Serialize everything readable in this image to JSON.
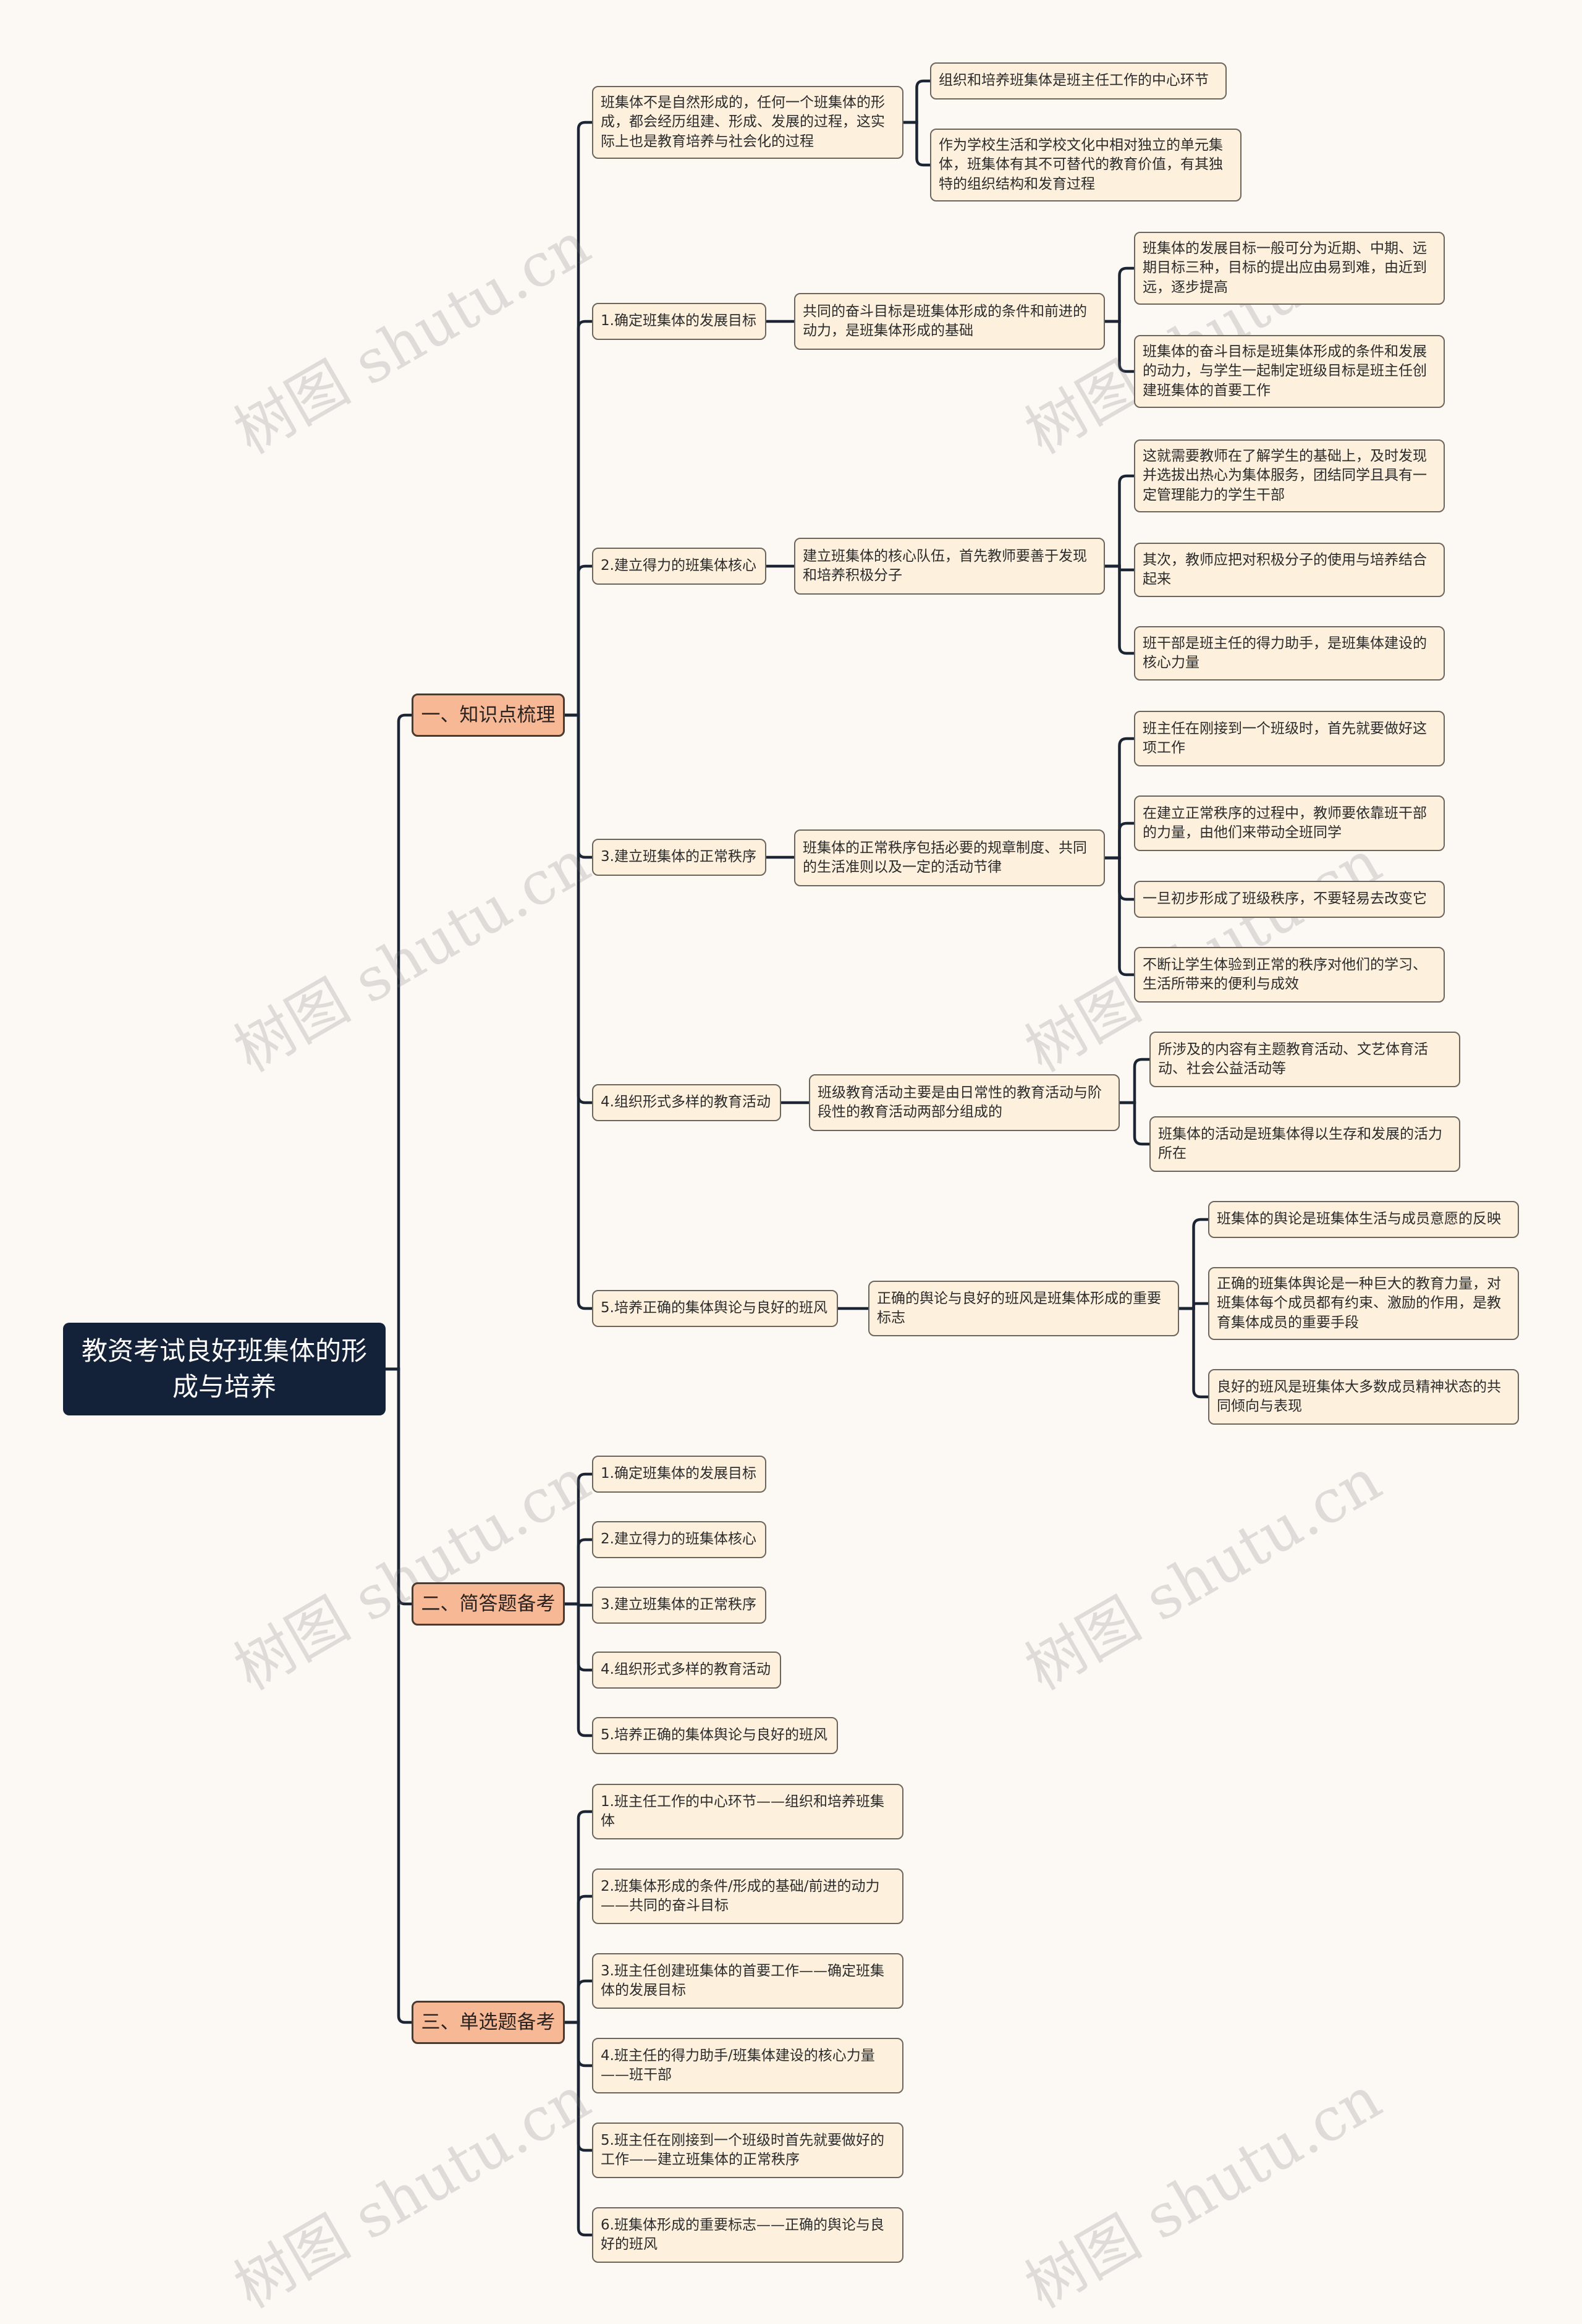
{
  "root": {
    "label": "教资考试良好班集体的形成与培养"
  },
  "sections": [
    {
      "label": "一、知识点梳理",
      "children": [
        {
          "label": "班集体不是自然形成的，任何一个班集体的形成，都会经历组建、形成、发展的过程，这实际上也是教育培养与社会化的过程",
          "children": [
            {
              "label": "组织和培养班集体是班主任工作的中心环节"
            },
            {
              "label": "作为学校生活和学校文化中相对独立的单元集体，班集体有其不可替代的教育价值，有其独特的组织结构和发育过程"
            }
          ]
        },
        {
          "label": "1.确定班集体的发展目标",
          "children": [
            {
              "label": "共同的奋斗目标是班集体形成的条件和前进的动力，是班集体形成的基础",
              "children": [
                {
                  "label": "班集体的发展目标一般可分为近期、中期、远期目标三种，目标的提出应由易到难，由近到远，逐步提高"
                },
                {
                  "label": "班集体的奋斗目标是班集体形成的条件和发展的动力，与学生一起制定班级目标是班主任创建班集体的首要工作"
                }
              ]
            }
          ]
        },
        {
          "label": "2.建立得力的班集体核心",
          "children": [
            {
              "label": "建立班集体的核心队伍，首先教师要善于发现和培养积极分子",
              "children": [
                {
                  "label": "这就需要教师在了解学生的基础上，及时发现并选拔出热心为集体服务，团结同学且具有一定管理能力的学生干部"
                },
                {
                  "label": "其次，教师应把对积极分子的使用与培养结合起来"
                },
                {
                  "label": "班干部是班主任的得力助手，是班集体建设的核心力量"
                }
              ]
            }
          ]
        },
        {
          "label": "3.建立班集体的正常秩序",
          "children": [
            {
              "label": "班集体的正常秩序包括必要的规章制度、共同的生活准则以及一定的活动节律",
              "children": [
                {
                  "label": "班主任在刚接到一个班级时，首先就要做好这项工作"
                },
                {
                  "label": "在建立正常秩序的过程中，教师要依靠班干部的力量，由他们来带动全班同学"
                },
                {
                  "label": "一旦初步形成了班级秩序，不要轻易去改变它"
                },
                {
                  "label": "不断让学生体验到正常的秩序对他们的学习、生活所带来的便利与成效"
                }
              ]
            }
          ]
        },
        {
          "label": "4.组织形式多样的教育活动",
          "children": [
            {
              "label": "班级教育活动主要是由日常性的教育活动与阶段性的教育活动两部分组成的",
              "children": [
                {
                  "label": "所涉及的内容有主题教育活动、文艺体育活动、社会公益活动等"
                },
                {
                  "label": "班集体的活动是班集体得以生存和发展的活力所在"
                }
              ]
            }
          ]
        },
        {
          "label": "5.培养正确的集体舆论与良好的班风",
          "children": [
            {
              "label": "正确的舆论与良好的班风是班集体形成的重要标志",
              "children": [
                {
                  "label": "班集体的舆论是班集体生活与成员意愿的反映"
                },
                {
                  "label": "正确的班集体舆论是一种巨大的教育力量，对班集体每个成员都有约束、激励的作用，是教育集体成员的重要手段"
                },
                {
                  "label": "良好的班风是班集体大多数成员精神状态的共同倾向与表现"
                }
              ]
            }
          ]
        }
      ]
    },
    {
      "label": "二、简答题备考",
      "children": [
        {
          "label": "1.确定班集体的发展目标"
        },
        {
          "label": "2.建立得力的班集体核心"
        },
        {
          "label": "3.建立班集体的正常秩序"
        },
        {
          "label": "4.组织形式多样的教育活动"
        },
        {
          "label": "5.培养正确的集体舆论与良好的班风"
        }
      ]
    },
    {
      "label": "三、单选题备考",
      "children": [
        {
          "label": "1.班主任工作的中心环节——组织和培养班集体"
        },
        {
          "label": "2.班集体形成的条件/形成的基础/前进的动力——共同的奋斗目标"
        },
        {
          "label": "3.班主任创建班集体的首要工作——确定班集体的发展目标"
        },
        {
          "label": "4.班主任的得力助手/班集体建设的核心力量——班干部"
        },
        {
          "label": "5.班主任在刚接到一个班级时首先就要做好的工作——建立班集体的正常秩序"
        },
        {
          "label": "6.班集体形成的重要标志——正确的舆论与良好的班风"
        }
      ]
    }
  ],
  "watermark": "树图 shutu.cn",
  "colors": {
    "background": "#fcf8f4",
    "root_fill": "#132238",
    "section_fill": "#f7b896",
    "leaf_fill": "#fdf1de",
    "connector": "#1c2533"
  }
}
